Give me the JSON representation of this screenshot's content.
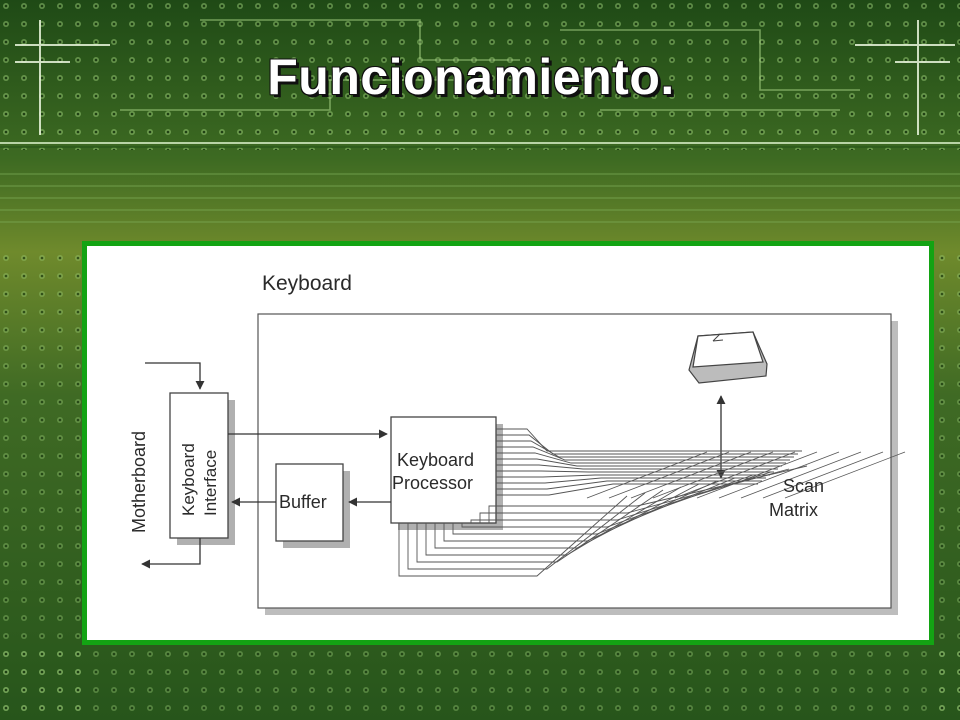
{
  "slide": {
    "title": "Funcionamiento."
  },
  "diagram": {
    "keyboard_label": "Keyboard",
    "motherboard_label": "Motherboard",
    "interface_line1": "Keyboard",
    "interface_line2": "Interface",
    "buffer_label": "Buffer",
    "processor_line1": "Keyboard",
    "processor_line2": "Processor",
    "scan_line1": "Scan",
    "scan_line2": "Matrix"
  },
  "colors": {
    "frame_border": "#13a313",
    "board_green": "#24501a",
    "title_text": "#ffffff"
  }
}
